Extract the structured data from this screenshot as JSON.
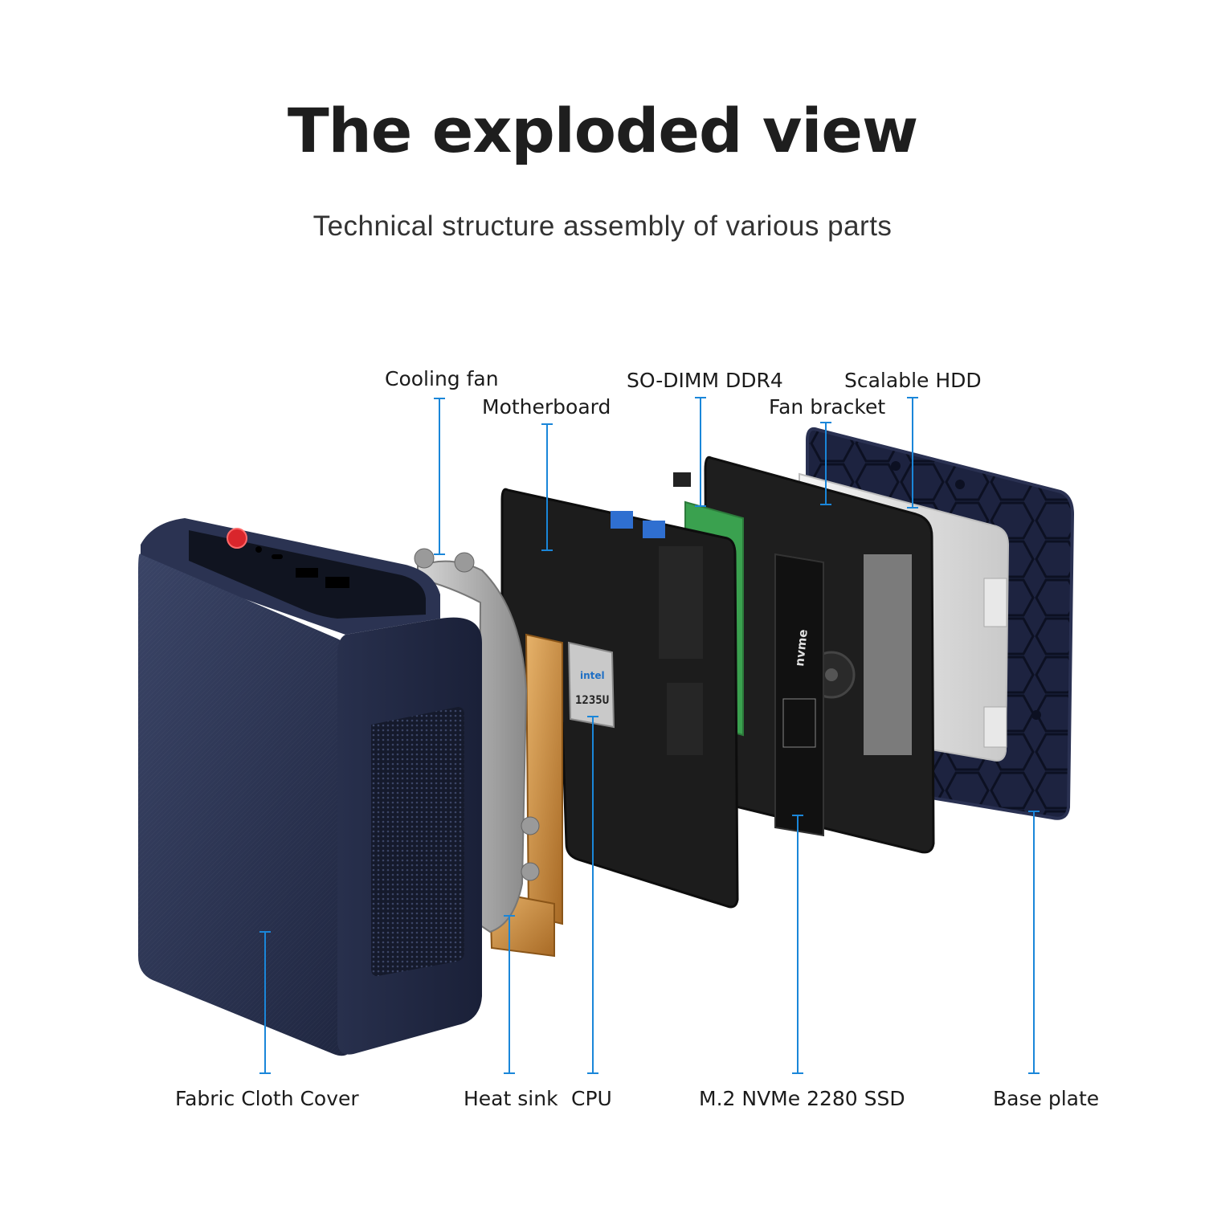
{
  "title": "The exploded view",
  "subtitle": "Technical structure assembly of various parts",
  "device": {
    "power_icon": "power-icon",
    "cpu_brand": "intel",
    "cpu_model": "1235U",
    "ssd_brand": "nvme"
  },
  "parts_top": {
    "cooling_fan": "Cooling fan",
    "motherboard": "Motherboard",
    "so_dimm": "SO-DIMM DDR4",
    "fan_bracket": "Fan bracket",
    "scalable_hdd": "Scalable HDD"
  },
  "parts_bottom": {
    "fabric_cover": "Fabric Cloth Cover",
    "heat_sink": "Heat sink",
    "cpu": "CPU",
    "ssd": "M.2 NVMe 2280 SSD",
    "base_plate": "Base plate"
  },
  "colors": {
    "leader_line": "#1a86d9",
    "chassis": "#2c3654",
    "board": "#1c1c1c",
    "copper": "#c98a3a",
    "ram": "#3aa14f"
  }
}
